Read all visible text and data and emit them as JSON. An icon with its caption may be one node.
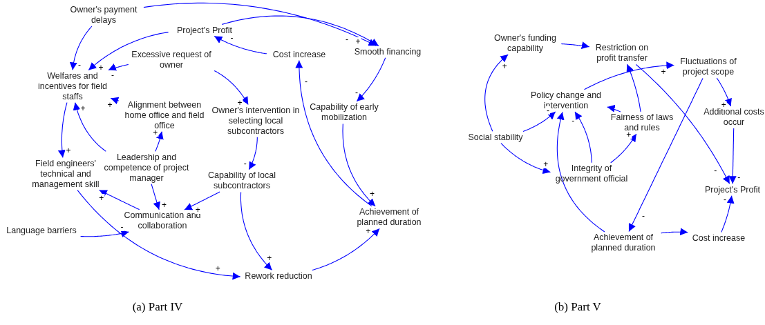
{
  "diagram": {
    "nodes": [
      {
        "text": [
          "Owner's payment delays"
        ]
      },
      {
        "text": [
          "Project's Profit"
        ]
      },
      {
        "text": [
          "Excessive request of owner"
        ]
      },
      {
        "text": [
          "Cost increase"
        ]
      },
      {
        "text": [
          "Smooth financing"
        ]
      },
      {
        "text": [
          "Welfares and incentives for field staffs"
        ]
      },
      {
        "text": [
          "Alignment between home office and field office"
        ]
      },
      {
        "text": [
          "Owner's intervention in selecting local subcontractors"
        ]
      },
      {
        "text": [
          "Capability of early mobilization"
        ]
      },
      {
        "text": [
          "Leadership and competence of project manager"
        ]
      },
      {
        "text": [
          "Field engineers' technical and management skill"
        ]
      },
      {
        "text": [
          "Capability of local subcontractors"
        ]
      },
      {
        "text": [
          "Communication and collaboration"
        ]
      },
      {
        "text": [
          "Language barriers"
        ]
      },
      {
        "text": [
          "Achievement of planned duration"
        ]
      },
      {
        "text": [
          "Rework reduction"
        ]
      },
      {
        "text": [
          "Owner's funding capability"
        ]
      },
      {
        "text": [
          "Restriction on profit transfer"
        ]
      },
      {
        "text": [
          "Fluctuations of project scope"
        ]
      },
      {
        "text": [
          "Policy change and intervention"
        ]
      },
      {
        "text": [
          "Fairness of laws and rules"
        ]
      },
      {
        "text": [
          "Social stability"
        ]
      },
      {
        "text": [
          "Additional costs occur"
        ]
      },
      {
        "text": [
          "Integrity of government official"
        ]
      },
      {
        "text": [
          "Project's Profit"
        ]
      },
      {
        "text": [
          "Achievement of planned duration"
        ]
      },
      {
        "text": [
          "Cost increase"
        ]
      }
    ],
    "edges": [
      {
        "from": 0,
        "to": 5,
        "arrow": "to",
        "label": "-"
      },
      {
        "from": 1,
        "to": 5,
        "arrow": "to",
        "label": "+"
      },
      {
        "from": 2,
        "to": 5,
        "arrow": "to",
        "label": "-"
      },
      {
        "from": 6,
        "to": 5,
        "arrow": "to",
        "label": "+"
      },
      {
        "from": 9,
        "to": 5,
        "arrow": "to",
        "label": "+"
      },
      {
        "from": 3,
        "to": 1,
        "arrow": "to",
        "label": "-"
      },
      {
        "from": 0,
        "to": 4,
        "arrow": "to",
        "label": "-"
      },
      {
        "from": 1,
        "to": 4,
        "arrow": "to",
        "label": "+"
      },
      {
        "from": 9,
        "to": 6,
        "arrow": "to",
        "label": "+"
      },
      {
        "from": 2,
        "to": 7,
        "arrow": "to",
        "label": "+"
      },
      {
        "from": 4,
        "to": 8,
        "arrow": "to",
        "label": "-"
      },
      {
        "from": 7,
        "to": 11,
        "arrow": "to",
        "label": "-"
      },
      {
        "from": 5,
        "to": 10,
        "arrow": "to",
        "label": "+"
      },
      {
        "from": 12,
        "to": 10,
        "arrow": "to",
        "label": "+"
      },
      {
        "from": 9,
        "to": 12,
        "arrow": "to",
        "label": "+"
      },
      {
        "from": 11,
        "to": 12,
        "arrow": "to",
        "label": "+"
      },
      {
        "from": 13,
        "to": 12,
        "arrow": "to",
        "label": "-"
      },
      {
        "from": 10,
        "to": 15,
        "arrow": "to",
        "label": "+"
      },
      {
        "from": 11,
        "to": 15,
        "arrow": "to",
        "label": "+"
      },
      {
        "from": 8,
        "to": 14,
        "arrow": "to",
        "label": "+"
      },
      {
        "from": 14,
        "to": 3,
        "arrow": "to",
        "label": "-"
      },
      {
        "from": 15,
        "to": 14,
        "arrow": "to",
        "label": "+"
      },
      {
        "from": 21,
        "to": 16,
        "arrow": "to",
        "label": "+"
      },
      {
        "from": 16,
        "to": 17,
        "arrow": "to"
      },
      {
        "from": 19,
        "to": 18,
        "arrow": "to",
        "label": "+"
      },
      {
        "from": 20,
        "to": 19,
        "arrow": "to"
      },
      {
        "from": 20,
        "to": 17,
        "arrow": "to"
      },
      {
        "from": 21,
        "to": 19,
        "arrow": "to",
        "label": "-"
      },
      {
        "from": 23,
        "to": 19,
        "arrow": "to",
        "label": "-"
      },
      {
        "from": 25,
        "to": 19,
        "arrow": "to"
      },
      {
        "from": 23,
        "to": 20,
        "arrow": "to",
        "label": "+"
      },
      {
        "from": 21,
        "to": 23,
        "arrow": "to",
        "label": "+"
      },
      {
        "from": 18,
        "to": 22,
        "arrow": "to",
        "label": "+"
      },
      {
        "from": 18,
        "to": 25,
        "arrow": "to",
        "label": "-"
      },
      {
        "from": 17,
        "to": 24,
        "arrow": "to",
        "label": "-"
      },
      {
        "from": 22,
        "to": 24,
        "arrow": "to",
        "label": "-"
      },
      {
        "from": 25,
        "to": 26,
        "arrow": "to"
      },
      {
        "from": 26,
        "to": 24,
        "arrow": "to",
        "label": "-"
      }
    ],
    "labels": [
      "(a) Part IV",
      "(b) Part V"
    ]
  }
}
